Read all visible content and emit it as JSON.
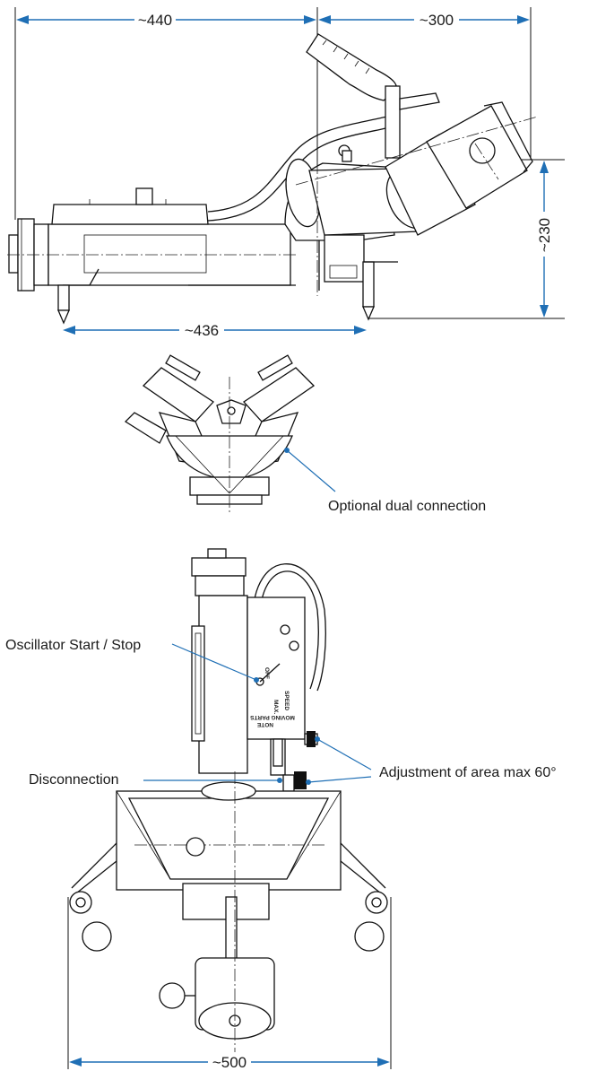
{
  "dimensions": {
    "top_left_width": "~440",
    "top_right_width": "~300",
    "height": "~230",
    "bottom_length": "~436",
    "base_width": "~500"
  },
  "labels": {
    "dual_connection": "Optional dual connection",
    "oscillator": "Oscillator Start / Stop",
    "disconnection": "Disconnection",
    "adjustment": "Adjustment of area max 60°"
  },
  "plate": {
    "off": "OFF",
    "max": "MAX.",
    "speed": "SPEED",
    "note": "NOTE",
    "moving_parts": "MOVING PARTS"
  },
  "colors": {
    "dimension_blue": "#1f6fb5",
    "outline": "#111111"
  }
}
